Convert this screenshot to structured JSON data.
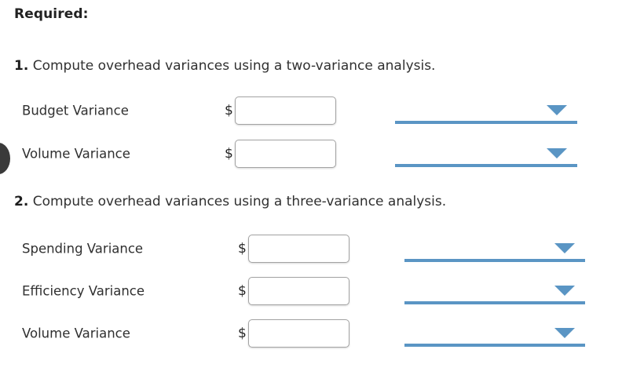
{
  "page": {
    "heading": "Required:",
    "accent_color": "#5a95c4",
    "input_border_color": "#a3a3a3",
    "text_color": "#303030",
    "background": "#ffffff"
  },
  "questions": [
    {
      "number": "1.",
      "text": " Compute overhead variances using a two-variance analysis.",
      "rows": [
        {
          "label": "Budget Variance",
          "currency_symbol": "$",
          "input_value": "",
          "input_placeholder": "",
          "dropdown_value": "",
          "caret_icon": "chevron-down-icon"
        },
        {
          "label": "Volume Variance",
          "currency_symbol": "$",
          "input_value": "",
          "input_placeholder": "",
          "dropdown_value": "",
          "caret_icon": "chevron-down-icon"
        }
      ]
    },
    {
      "number": "2.",
      "text": " Compute overhead variances using a three-variance analysis.",
      "rows": [
        {
          "label": "Spending Variance",
          "currency_symbol": "$",
          "input_value": "",
          "input_placeholder": "",
          "dropdown_value": "",
          "caret_icon": "chevron-down-icon"
        },
        {
          "label": "Efficiency Variance",
          "currency_symbol": "$",
          "input_value": "",
          "input_placeholder": "",
          "dropdown_value": "",
          "caret_icon": "chevron-down-icon"
        },
        {
          "label": "Volume Variance",
          "currency_symbol": "$",
          "input_value": "",
          "input_placeholder": "",
          "dropdown_value": "",
          "caret_icon": "chevron-down-icon"
        }
      ]
    }
  ]
}
